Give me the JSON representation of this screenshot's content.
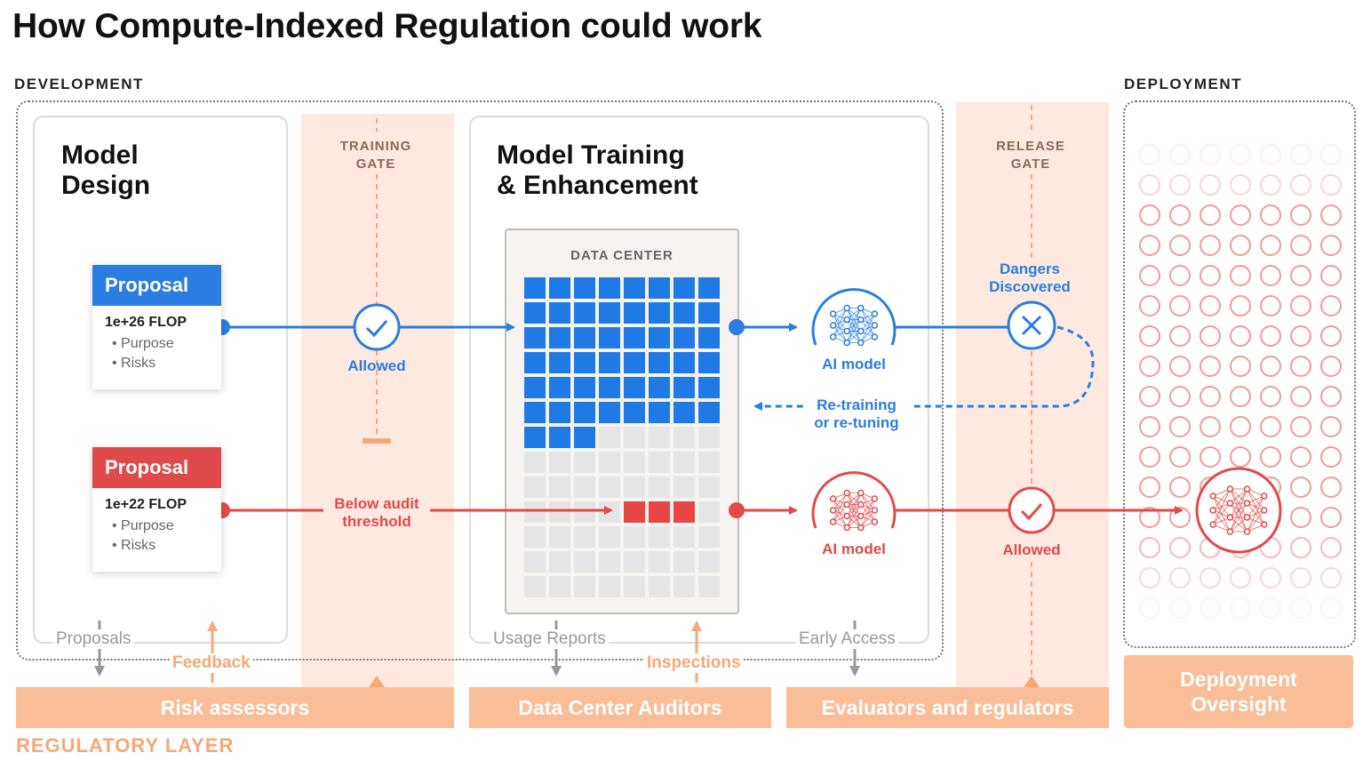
{
  "title": "How Compute-Indexed Regulation could work",
  "sections": {
    "development": "DEVELOPMENT",
    "deployment": "DEPLOYMENT",
    "regulatory_layer": "REGULATORY LAYER"
  },
  "panels": {
    "model_design": [
      "Model",
      "Design"
    ],
    "model_training": [
      "Model Training",
      "& Enhancement"
    ]
  },
  "gates": {
    "training": [
      "TRAINING",
      "GATE"
    ],
    "release": [
      "RELEASE",
      "GATE"
    ]
  },
  "proposals": [
    {
      "label": "Proposal",
      "flop": "1e+26 FLOP",
      "bullets": [
        "Purpose",
        "Risks"
      ],
      "color": "#2a7de1"
    },
    {
      "label": "Proposal",
      "flop": "1e+22 FLOP",
      "bullets": [
        "Purpose",
        "Risks"
      ],
      "color": "#e04a4a"
    }
  ],
  "data_center": {
    "label": "DATA CENTER",
    "cols": 8,
    "rows": 13,
    "blue_cells": 51,
    "red_cells_row": 9,
    "red_cells": [
      4,
      5,
      6
    ],
    "blue_color": "#1f7ae6",
    "red_color": "#e84545",
    "empty_color": "#e5e5e5"
  },
  "flow": {
    "allowed_top": "Allowed",
    "below_audit": [
      "Below audit",
      "threshold"
    ],
    "ai_model_top": "AI model",
    "ai_model_bottom": "AI model",
    "dangers": [
      "Dangers",
      "Discovered"
    ],
    "retraining": [
      "Re-training",
      "or re-tuning"
    ],
    "allowed_bottom": "Allowed",
    "proposals": "Proposals",
    "feedback": "Feedback",
    "usage_reports": "Usage Reports",
    "inspections": "Inspections",
    "early_access": "Early Access"
  },
  "bottom_bars": {
    "risk_assessors": "Risk assessors",
    "data_center_auditors": "Data Center Auditors",
    "evaluators": "Evaluators and regulators",
    "deployment_oversight": [
      "Deployment",
      "Oversight"
    ]
  },
  "colors": {
    "blue": "#2a7de1",
    "red": "#e04a4a",
    "orange": "#f8a877",
    "band": "#fde9df"
  },
  "icons": [
    "checkmark-icon",
    "x-icon",
    "neural-network-icon",
    "arrow-icon"
  ]
}
